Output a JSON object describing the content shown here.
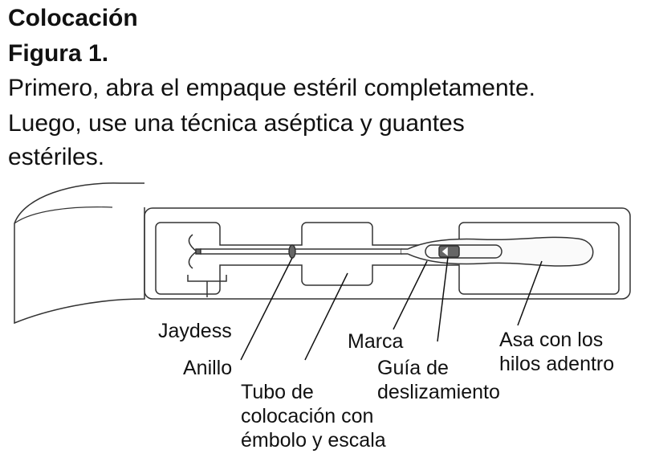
{
  "heading": "Colocación",
  "figure_label": "Figura 1.",
  "instructions": [
    "Primero, abra el empaque estéril completamente.",
    "Luego, use una técnica aséptica y guantes",
    "estériles."
  ],
  "labels": {
    "jaydess": "Jaydess",
    "anillo": "Anillo",
    "tubo": [
      "Tubo de",
      "colocación con",
      "émbolo y escala"
    ],
    "marca": "Marca",
    "guia": [
      "Guía de",
      "deslizamiento"
    ],
    "asa": [
      "Asa con los",
      "hilos adentro"
    ]
  }
}
